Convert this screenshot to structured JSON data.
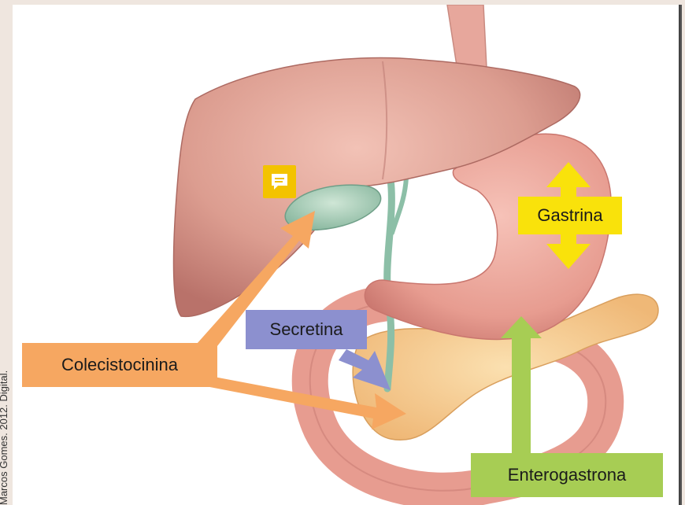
{
  "credit": "Marcos Gomes. 2012. Digital.",
  "labels": {
    "gastrina": "Gastrina",
    "secretina": "Secretina",
    "colecistocinina": "Colecistocinina",
    "enterogastrona": "Enterogastrona"
  },
  "colors": {
    "gastrina": "#f9e20b",
    "secretina": "#8c90cf",
    "colecistocinina": "#f6a761",
    "enterogastrona": "#a7cd54",
    "note": "#f3c300"
  },
  "icons": {
    "note": "note-comment-icon"
  }
}
